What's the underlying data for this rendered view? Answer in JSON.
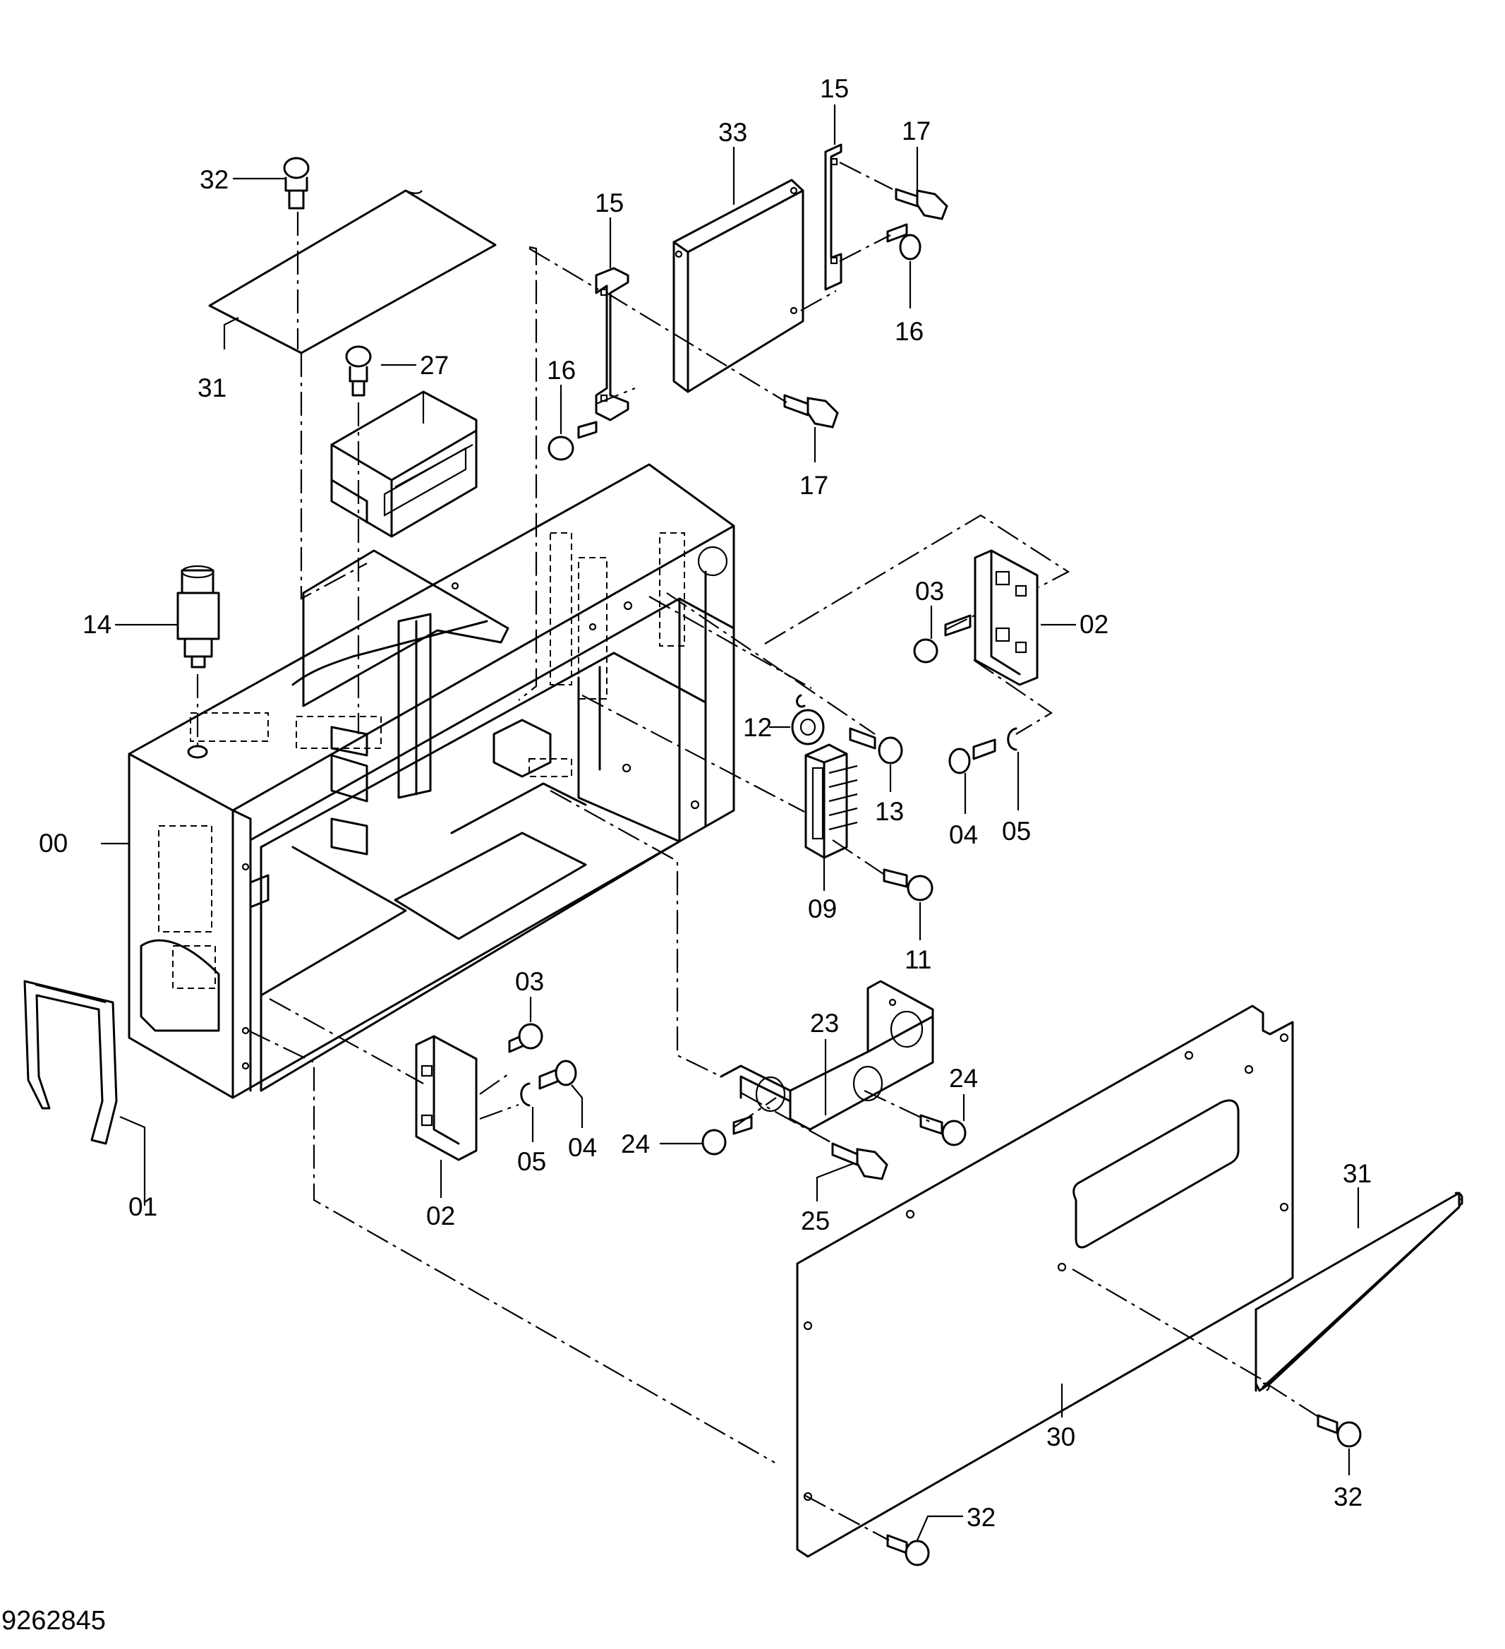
{
  "drawing_number": "9262845",
  "labels": {
    "l00": "00",
    "l01": "01",
    "l02a": "02",
    "l02b": "02",
    "l03a": "03",
    "l03b": "03",
    "l04a": "04",
    "l04b": "04",
    "l05a": "05",
    "l05b": "05",
    "l09": "09",
    "l11": "11",
    "l12": "12",
    "l13": "13",
    "l14": "14",
    "l15a": "15",
    "l15b": "15",
    "l16a": "16",
    "l16b": "16",
    "l17a": "17",
    "l17b": "17",
    "l23": "23",
    "l24a": "24",
    "l24b": "24",
    "l25": "25",
    "l27": "27",
    "l30": "30",
    "l31a": "31",
    "l31b": "31",
    "l32a": "32",
    "l32b": "32",
    "l32c": "32",
    "l33": "33"
  }
}
